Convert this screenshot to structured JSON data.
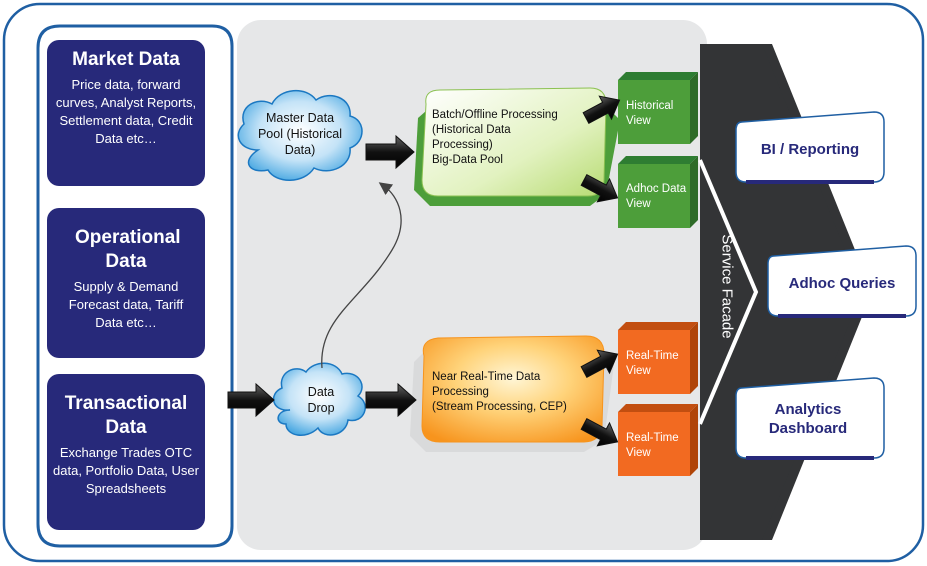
{
  "sources": [
    {
      "title": "Market Data",
      "desc": "Price data, forward curves,  Analyst Reports, Settlement data, Credit Data etc…"
    },
    {
      "title": "Operational Data",
      "desc": "Supply & Demand Forecast data, Tariff Data etc…"
    },
    {
      "title": "Transactional Data",
      "desc": "Exchange Trades OTC data, Portfolio Data, User Spreadsheets"
    }
  ],
  "clouds": {
    "master": "Master Data Pool (Historical Data)",
    "drop": "Data Drop"
  },
  "processing": {
    "batch": {
      "line1": "Batch/Offline Processing",
      "line2": "(Historical Data Processing)",
      "line3": "Big-Data Pool"
    },
    "realtime": {
      "line1": "Near Real-Time Data Processing",
      "line2": "(Stream Processing, CEP)"
    }
  },
  "views": {
    "historical": "Historical View",
    "adhoc": "Adhoc Data View",
    "realtime1": "Real-Time View",
    "realtime2": "Real-Time View"
  },
  "facade": "Service Facade",
  "consumers": [
    "BI / Reporting",
    "Adhoc Queries",
    "Analytics Dashboard"
  ],
  "colors": {
    "navy": "#27297a",
    "frame": "#1f5fa3",
    "panel": "#e6e7e8",
    "facade": "#333436",
    "green": "#4d9e3a",
    "orange": "#f26a21"
  }
}
